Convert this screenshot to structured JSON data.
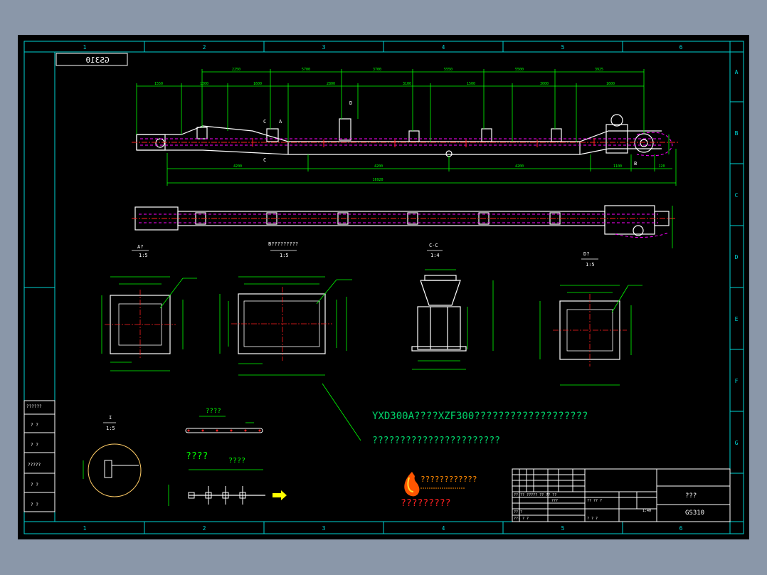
{
  "drawing": {
    "stamp": "GS310",
    "code": "GS310",
    "title_cell": "???",
    "scale": "1:40"
  },
  "grid": {
    "columns": [
      "1",
      "2",
      "3",
      "4",
      "5",
      "6"
    ],
    "rows": [
      "A",
      "B",
      "C",
      "D",
      "E",
      "F",
      "G"
    ]
  },
  "views": {
    "elevation_dims_top": [
      "2250",
      "5700",
      "3700",
      "5550",
      "5500",
      "3925"
    ],
    "elevation_dims_mid": [
      "1550",
      "1300",
      "1600",
      "2800",
      "3100",
      "1500",
      "3000",
      "1600"
    ],
    "elevation_dims_bottom": [
      "4200",
      "4200",
      "4200",
      "1100",
      "120"
    ],
    "total_length": "16920",
    "section_c": "C",
    "section_b": "B",
    "section_a": "A",
    "section_d": "D",
    "view_a_title": "A?",
    "view_a_scale": "1:5",
    "view_b_title": "B?????????",
    "view_b_scale": "1:5",
    "view_cc_title": "C-C",
    "view_cc_scale": "1:4",
    "view_d_title": "D?",
    "view_d_scale": "1:5",
    "detail_i_title": "I",
    "detail_i_scale": "1:5",
    "chain_label": "????",
    "flight_label": "????",
    "flight_label2": "????"
  },
  "notes": {
    "line1": "YXD300A????XZF300???????????????????",
    "line2": "???????????????????????"
  },
  "logo": {
    "company": "????????????",
    "tagline": "?????????"
  },
  "title_block": {
    "r1": "?? ?? ?????  ?? ?? ??",
    "r2": "???",
    "r3": "?? ?? ?",
    "r4": "?? ?",
    "r5": "? ?  ?",
    "r6": "??? ? ?"
  },
  "revision": {
    "title": "??????",
    "r1": "? ?",
    "r2": "? ?",
    "r3": "?????",
    "r4": "? ?",
    "r5": "? ?"
  },
  "colors": {
    "frame": "#00d4d4",
    "outline": "#ffffff",
    "dimension": "#00ff00",
    "hidden": "#ff00ff",
    "center": "#ff2020",
    "text": "#00ff00",
    "note": "#00d26a",
    "logo": "#ff8800"
  }
}
